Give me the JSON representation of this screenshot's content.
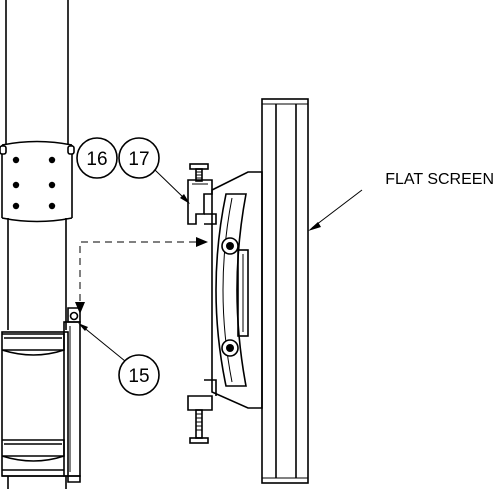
{
  "labels": {
    "flat_screen": "FLAT SCREEN",
    "part_15": "15",
    "part_16": "16",
    "part_17": "17"
  }
}
